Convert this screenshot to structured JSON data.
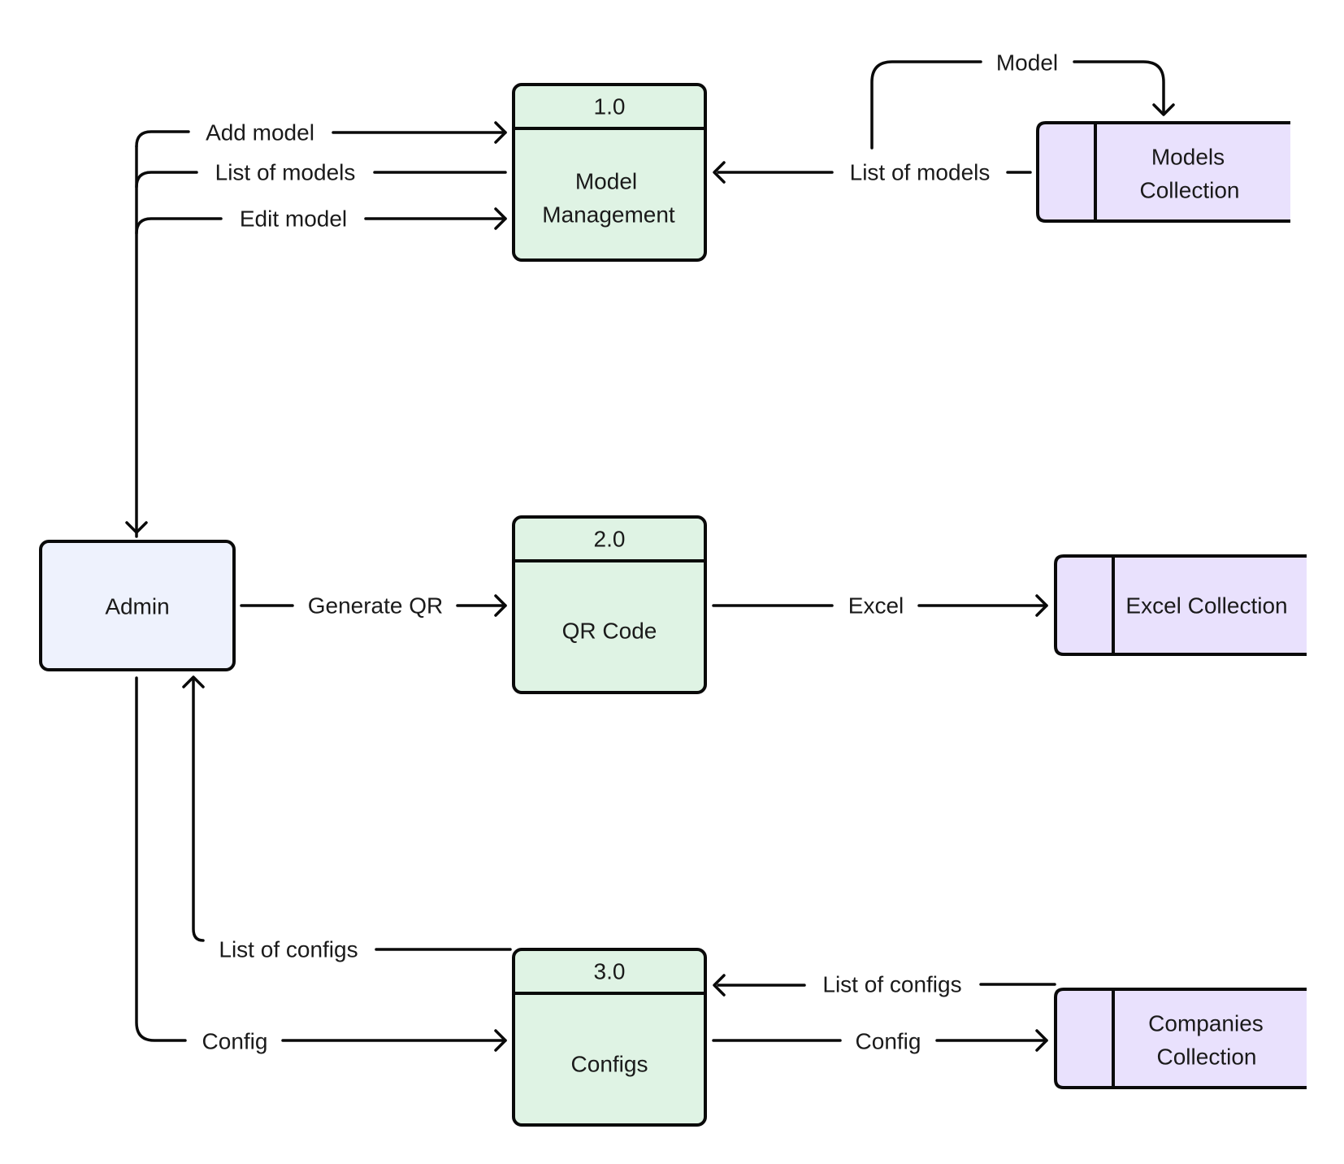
{
  "external_entity": {
    "label": "Admin"
  },
  "processes": [
    {
      "id": "1.0",
      "label_lines": [
        "Model",
        "Management"
      ]
    },
    {
      "id": "2.0",
      "label_lines": [
        "QR Code"
      ]
    },
    {
      "id": "3.0",
      "label_lines": [
        "Configs"
      ]
    }
  ],
  "data_stores": [
    {
      "label_lines": [
        "Models",
        "Collection"
      ]
    },
    {
      "label_lines": [
        "Excel Collection"
      ]
    },
    {
      "label_lines": [
        "Companies",
        "Collection"
      ]
    }
  ],
  "flows": {
    "add_model": "Add model",
    "list_of_models_to_admin": "List of models",
    "edit_model": "Edit model",
    "model_to_store": "Model",
    "list_of_models_from_store": "List of models",
    "generate_qr": "Generate QR",
    "excel": "Excel",
    "list_of_configs_to_admin": "List of configs",
    "config_from_admin": "Config",
    "list_of_configs_from_store": "List of configs",
    "config_to_store": "Config"
  }
}
